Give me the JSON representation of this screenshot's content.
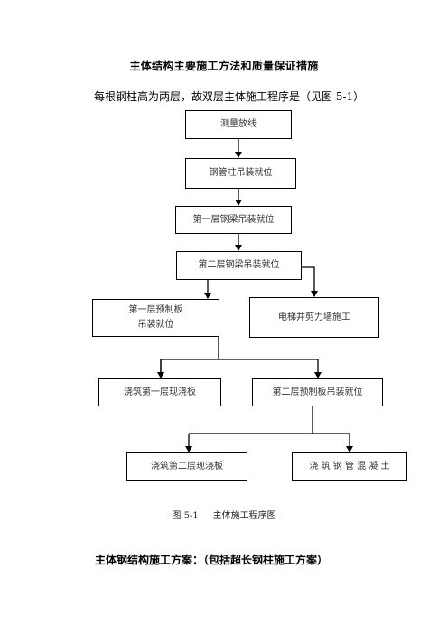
{
  "heading": "主体结构主要施工方法和质量保证措施",
  "intro_text": "每根钢柱高为两层，故双层主体施工程序是（见图 5-1）",
  "flowchart": {
    "step_survey": "测量放线",
    "step_steel_column": "钢管柱吊装就位",
    "step_beam_floor1": "第一层钢梁吊装就位",
    "step_beam_floor2": "第二层钢梁吊装就位",
    "step_precast_floor1_line1": "第一层预制板",
    "step_precast_floor1_line2": "吊装就位",
    "step_elevator_shear_wall": "电梯井剪力墙施工",
    "step_pour_floor1": "浇筑第一层现浇板",
    "step_precast_floor2": "第二层预制板吊装就位",
    "step_pour_floor2": "浇筑第二层现浇板",
    "step_pour_tube_concrete": "浇 筑 钢 管 混 凝 土"
  },
  "figure_caption": "图 5-1     主体施工程序图",
  "section_title": "主体钢结构施工方案：（包括超长钢柱施工方案）"
}
